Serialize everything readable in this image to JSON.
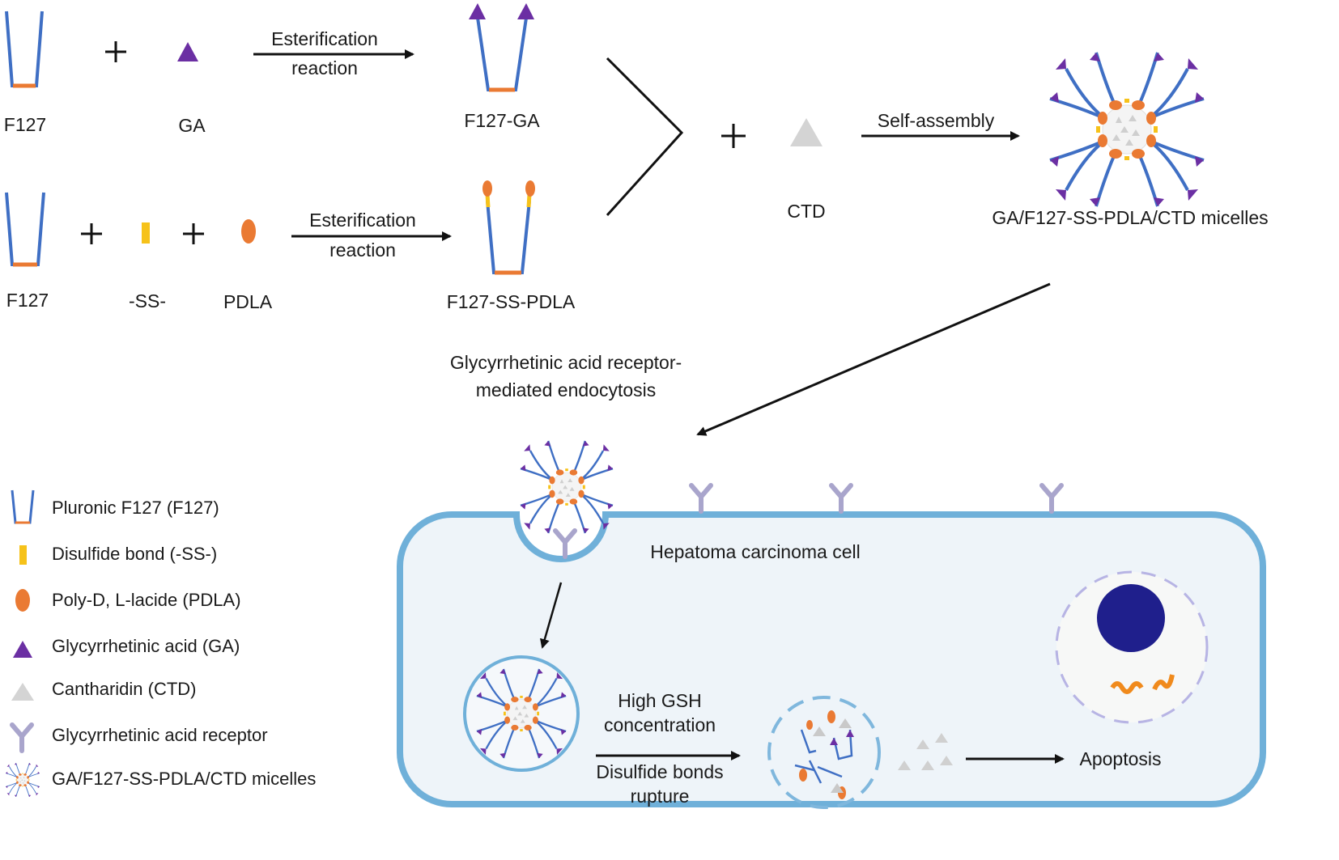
{
  "labels": {
    "f127_a": "F127",
    "ga": "GA",
    "f127_ga": "F127-GA",
    "esterification_1_line1": "Esterification",
    "esterification_1_line2": "reaction",
    "f127_b": "F127",
    "ss": "-SS-",
    "pdla": "PDLA",
    "f127_ss_pdla": "F127-SS-PDLA",
    "esterification_2_line1": "Esterification",
    "esterification_2_line2": "reaction",
    "ctd": "CTD",
    "self_assembly": "Self-assembly",
    "micelles": "GA/F127-SS-PDLA/CTD micelles",
    "endocytosis_line1": "Glycyrrhetinic acid receptor-",
    "endocytosis_line2": "mediated endocytosis",
    "cell": "Hepatoma carcinoma cell",
    "gsh_line1": "High GSH",
    "gsh_line2": "concentration",
    "rupture_line1": "Disulfide bonds",
    "rupture_line2": "rupture",
    "apoptosis": "Apoptosis"
  },
  "legend": [
    {
      "icon": "f127-icon",
      "label": "Pluronic F127 (F127)"
    },
    {
      "icon": "disulfide-icon",
      "label": "Disulfide bond (-SS-)"
    },
    {
      "icon": "pdla-icon",
      "label": "Poly-D, L-lacide (PDLA)"
    },
    {
      "icon": "ga-triangle-icon",
      "label": "Glycyrrhetinic acid (GA)"
    },
    {
      "icon": "ctd-triangle-icon",
      "label": "Cantharidin (CTD)"
    },
    {
      "icon": "receptor-icon",
      "label": "Glycyrrhetinic acid receptor"
    },
    {
      "icon": "micelle-icon",
      "label": "GA/F127-SS-PDLA/CTD micelles"
    }
  ],
  "colors": {
    "polymer_blue": "#3f6fc4",
    "pdla_orange": "#ea7a33",
    "ss_yellow": "#f6c21a",
    "ga_purple": "#6b2fa3",
    "ctd_gray": "#cfcfcf",
    "receptor_lavender": "#a9a5cc",
    "cell_border": "#6fb0d9",
    "cell_fill": "#eef4f9",
    "nucleus": "#1f1f8c",
    "dna_orange": "#f08a1c"
  }
}
